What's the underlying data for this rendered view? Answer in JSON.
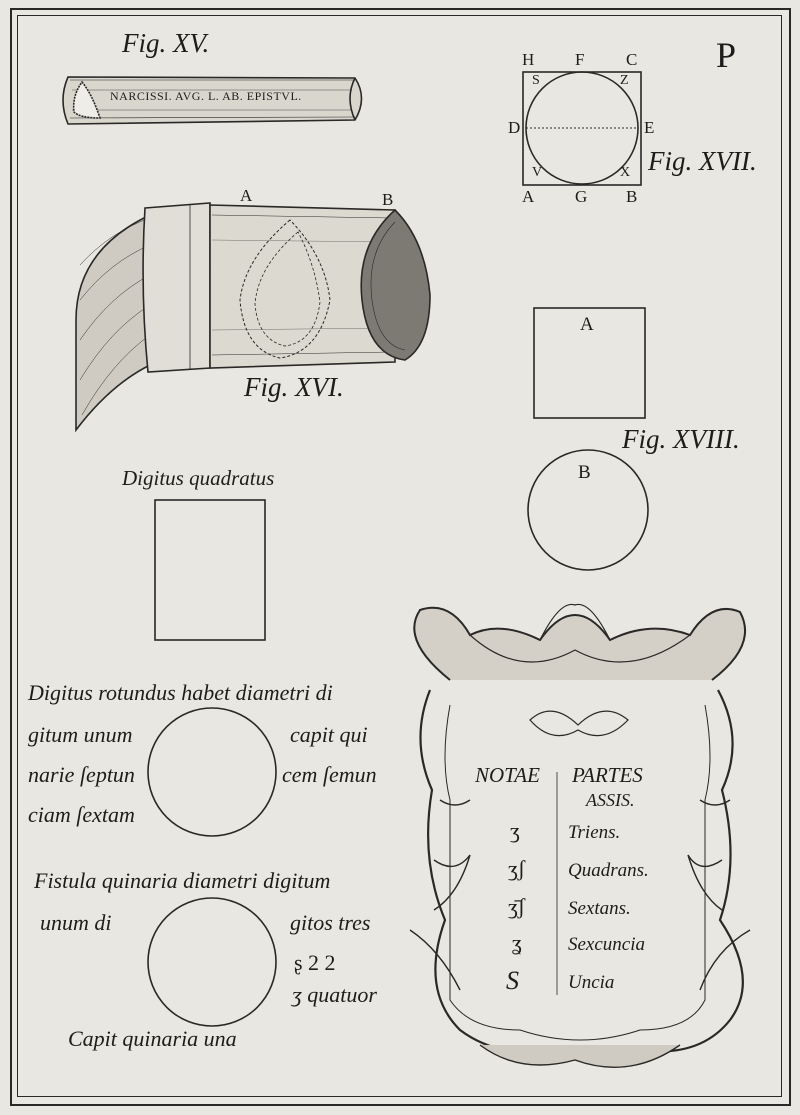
{
  "plate_letter": "P",
  "fig15": {
    "label": "Fig. XV.",
    "inscription": "NARCISSI. AVG. L. AB. EPISTVL."
  },
  "fig16": {
    "label": "Fig. XVI.",
    "point_a": "A",
    "point_b": "B"
  },
  "fig17": {
    "label": "Fig. XVII.",
    "letters": {
      "H": "H",
      "F": "F",
      "C": "C",
      "S": "S",
      "Z": "Z",
      "D": "D",
      "E": "E",
      "V": "V",
      "X": "X",
      "A": "A",
      "G": "G",
      "B": "B"
    }
  },
  "fig18": {
    "label": "Fig. XVIII.",
    "square": "A",
    "circle": "B"
  },
  "digitus_quadratus": "Digitus quadratus",
  "digitus_rotundus": {
    "line1": "Digitus rotundus habet diametri di",
    "left": [
      "gitum unum",
      "narie ſeptun",
      "ciam ſextam"
    ],
    "right": [
      "capit qui",
      "cem ſemun"
    ]
  },
  "fistula_quinaria": {
    "line1": "Fistula quinaria diametri digitum",
    "left": "unum di",
    "right": "gitos tres",
    "notes": [
      "ʂ 2 2",
      "ʒ quatuor"
    ],
    "last": "Capit quinaria una"
  },
  "notae_table": {
    "col1": "NOTAE",
    "col2_line1": "PARTES",
    "col2_line2": "ASSIS.",
    "rows": [
      {
        "note": "ʒ",
        "part": "Triens."
      },
      {
        "note": "ʒʃ",
        "part": "Quadrans."
      },
      {
        "note": "ʒ̄ʃ",
        "part": "Sextans."
      },
      {
        "note": "ʓ",
        "part": "Sexcuncia"
      },
      {
        "note": "S",
        "part": "Uncia"
      }
    ]
  }
}
